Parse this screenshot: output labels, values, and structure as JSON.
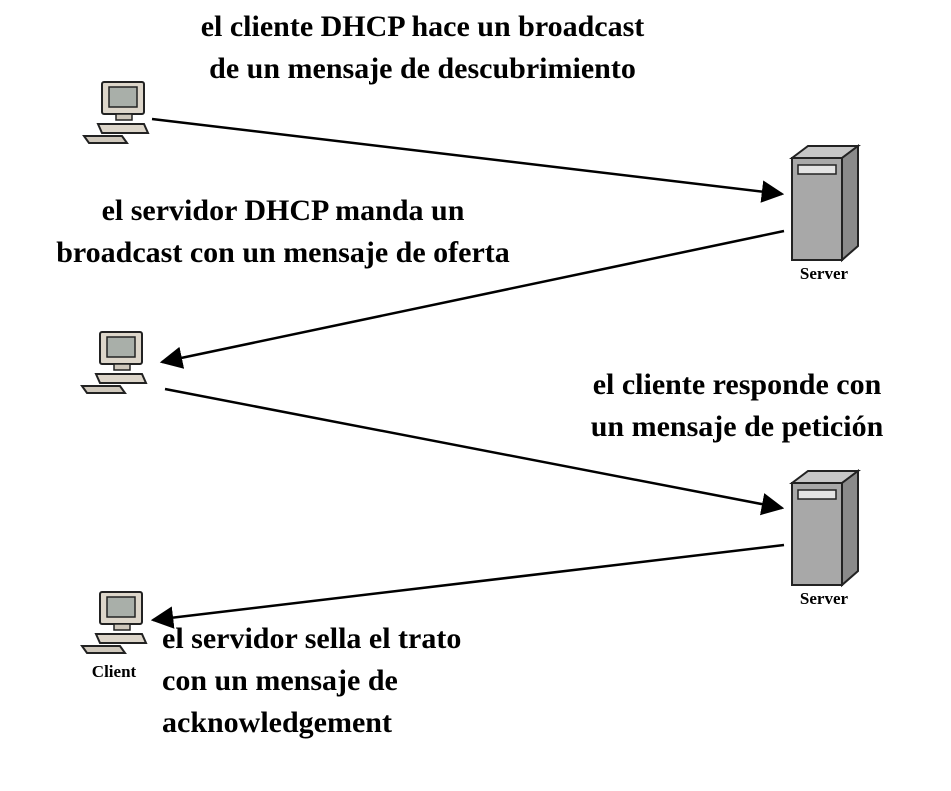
{
  "diagram": {
    "title": "DHCP message exchange diagram",
    "annotations": {
      "discover_line1": "el cliente DHCP hace un broadcast",
      "discover_line2": "de un mensaje de descubrimiento",
      "offer_line1": "el servidor DHCP manda un",
      "offer_line2": "broadcast con un mensaje de oferta",
      "request_line1": "el cliente responde con",
      "request_line2": "un mensaje de petición",
      "ack_line1": "el servidor sella el trato",
      "ack_line2": "con un mensaje de",
      "ack_line3": "acknowledgement"
    },
    "nodes": {
      "server1_label": "Server",
      "server2_label": "Server",
      "client_label": "Client"
    },
    "colors": {
      "arrow": "#000000",
      "text": "#000000",
      "server_front": "#a8a8a8",
      "server_side": "#8a8a8a",
      "server_top": "#c6c6c6",
      "computer_body": "#ddd6ca",
      "computer_screen": "#a9afa9",
      "background": "#ffffff"
    }
  }
}
